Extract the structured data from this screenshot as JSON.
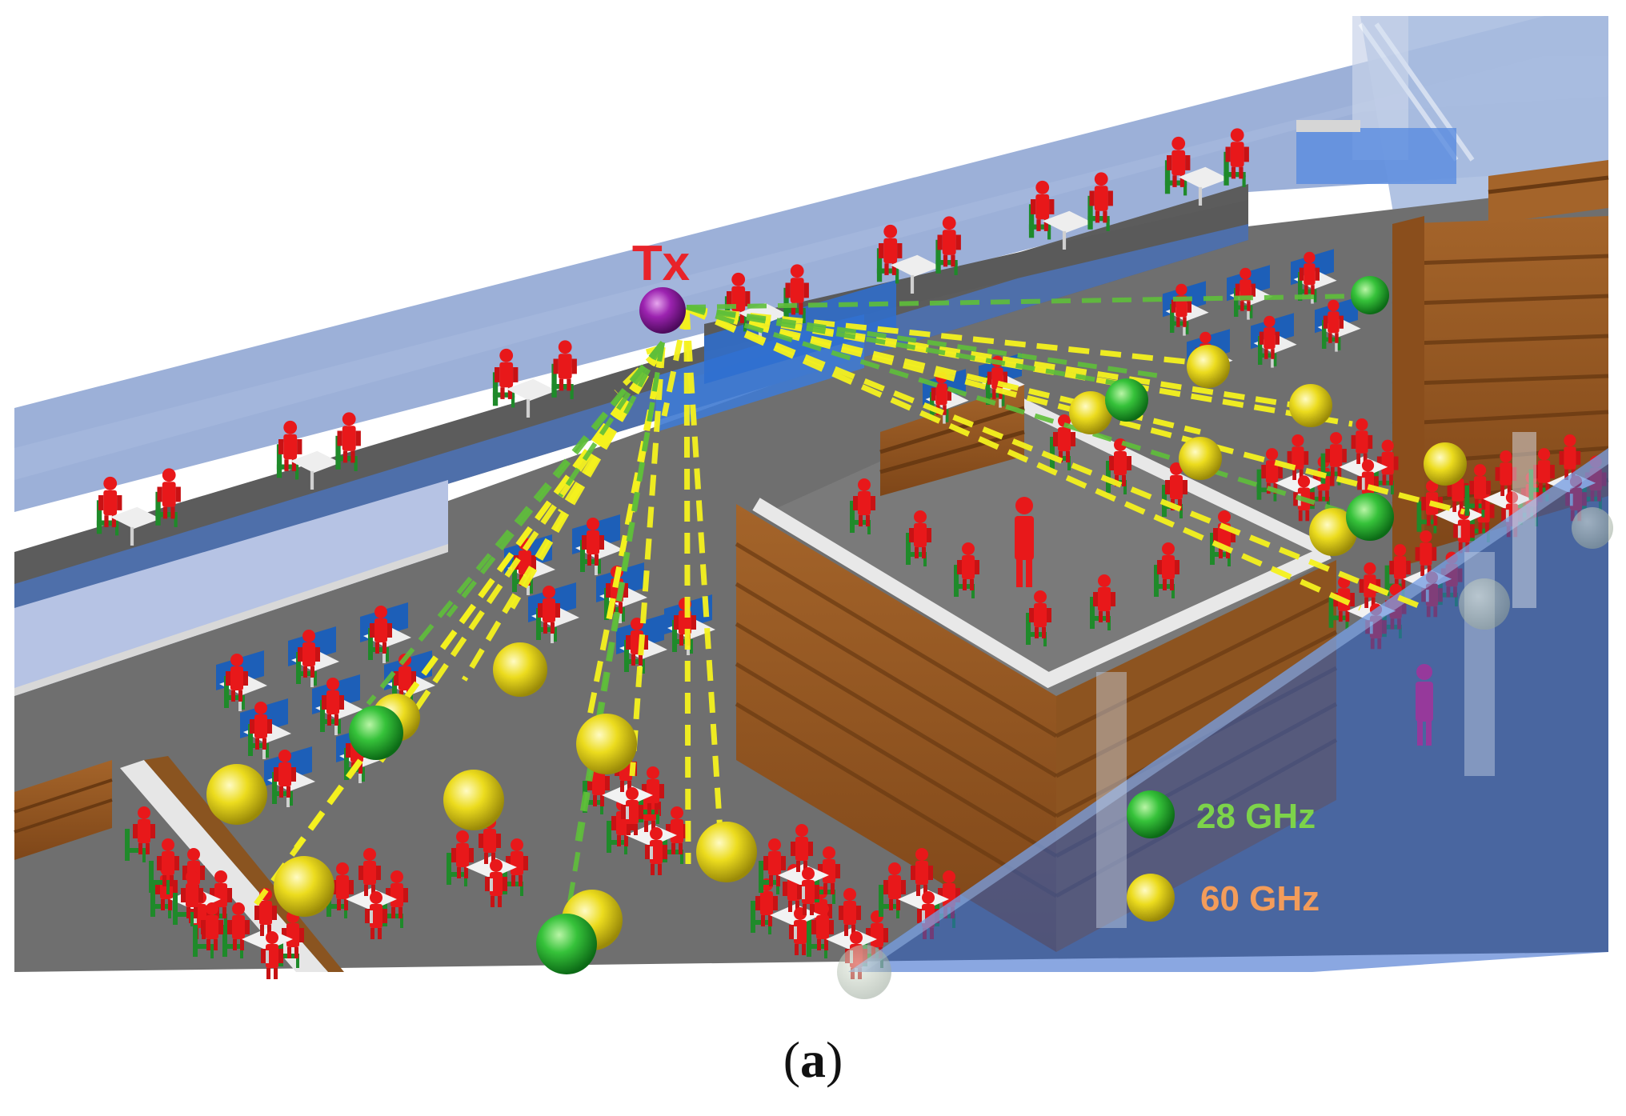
{
  "diagram": {
    "transmitter_label": "Tx",
    "caption_open": "(",
    "caption_letter": "a",
    "caption_close": ")",
    "legend": [
      {
        "label": "28 GHz",
        "marker": "green-sphere",
        "color": "#2fb52f",
        "text_color": "#7dd34a"
      },
      {
        "label": "60 GHz",
        "marker": "yellow-sphere",
        "color": "#e8d81e",
        "text_color": "#f39c5a"
      }
    ],
    "colors": {
      "transmitter": "#8d1fa0",
      "tx_text": "#e8232a",
      "ray_28ghz": "#5fbf3a",
      "ray_60ghz": "#f0f01e",
      "glass_wall": "#8aa4d6",
      "floor": "#6f6f6f",
      "person": "#e8181a",
      "chair": "#1f8a2a",
      "table": "#eeeeee",
      "partition": "#1d5fb8",
      "wood": "#9a5a22"
    }
  }
}
